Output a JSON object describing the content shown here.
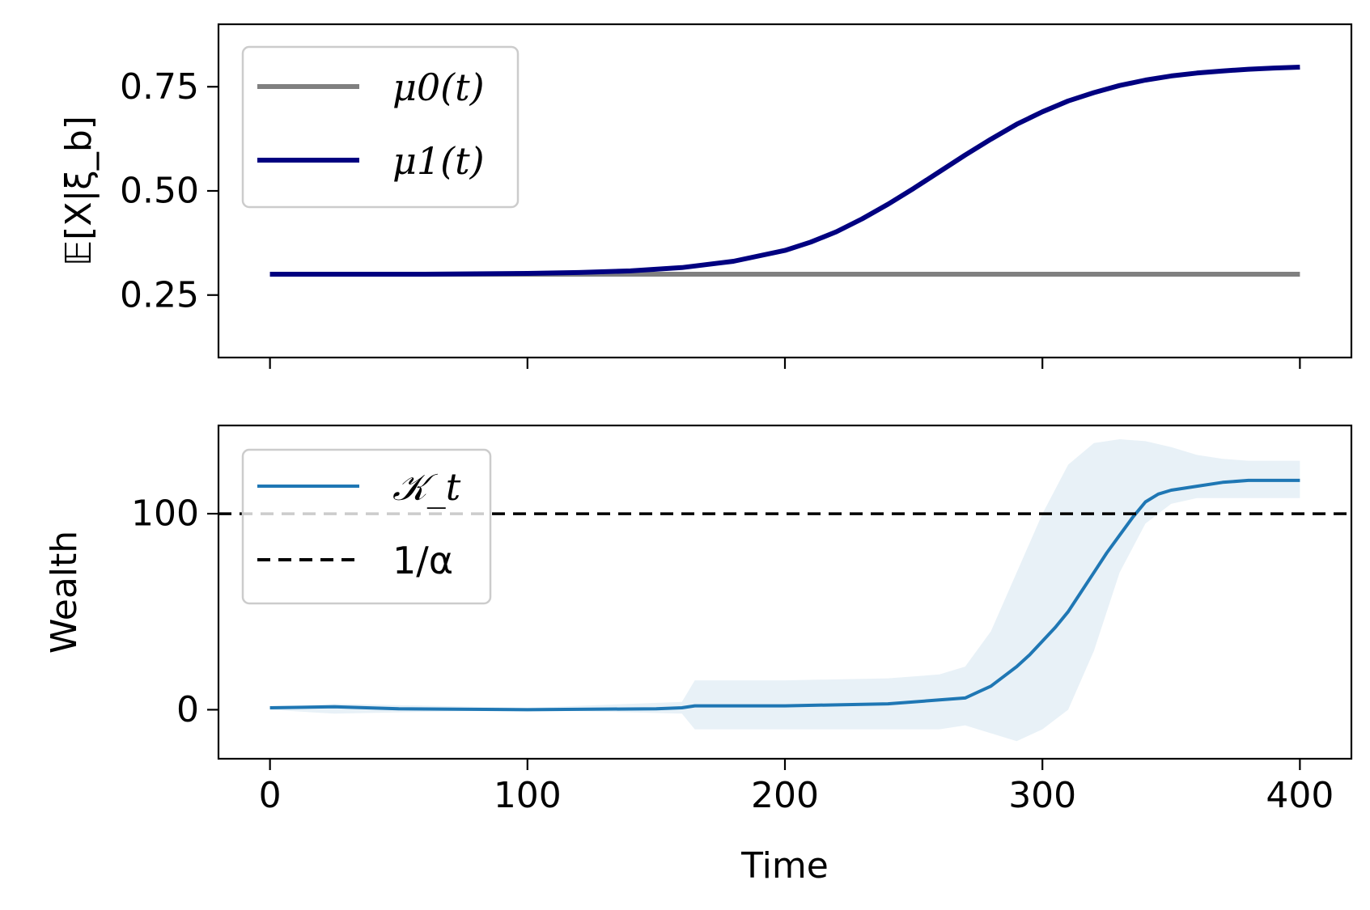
{
  "chart_data": [
    {
      "type": "line",
      "ylabel": "𝔼[X|ξ_b]",
      "xlim": [
        -20,
        420
      ],
      "ylim": [
        0.1,
        0.9
      ],
      "xticks": [
        0,
        100,
        200,
        300,
        400
      ],
      "yticks": [
        0.25,
        0.5,
        0.75
      ],
      "ytick_labels": [
        "0.25",
        "0.50",
        "0.75"
      ],
      "legend_position": "upper-left",
      "series": [
        {
          "name": "μ0(t)",
          "color": "#808080",
          "x": [
            0,
            400
          ],
          "y": [
            0.3,
            0.3
          ]
        },
        {
          "name": "μ1(t)",
          "color": "#000080",
          "x": [
            0,
            20,
            40,
            60,
            80,
            100,
            120,
            140,
            160,
            180,
            200,
            210,
            220,
            230,
            240,
            250,
            260,
            270,
            280,
            290,
            300,
            310,
            320,
            330,
            340,
            350,
            360,
            370,
            380,
            390,
            400
          ],
          "y": [
            0.3,
            0.3,
            0.3,
            0.3,
            0.301,
            0.302,
            0.304,
            0.308,
            0.316,
            0.331,
            0.357,
            0.377,
            0.402,
            0.433,
            0.468,
            0.506,
            0.546,
            0.586,
            0.624,
            0.66,
            0.69,
            0.716,
            0.736,
            0.753,
            0.766,
            0.776,
            0.783,
            0.788,
            0.792,
            0.795,
            0.797
          ]
        }
      ]
    },
    {
      "type": "line",
      "xlabel": "Time",
      "ylabel": "Wealth",
      "xlim": [
        -20,
        420
      ],
      "ylim": [
        -25,
        145
      ],
      "xticks": [
        0,
        100,
        200,
        300,
        400
      ],
      "xtick_labels": [
        "0",
        "100",
        "200",
        "300",
        "400"
      ],
      "yticks": [
        0,
        100
      ],
      "ytick_labels": [
        "0",
        "100"
      ],
      "legend_position": "upper-left",
      "series": [
        {
          "name": "𝒦_t",
          "color": "#1f77b4",
          "x": [
            0,
            25,
            50,
            100,
            150,
            160,
            165,
            200,
            240,
            260,
            270,
            275,
            280,
            285,
            290,
            295,
            300,
            305,
            310,
            315,
            320,
            325,
            330,
            335,
            340,
            345,
            350,
            360,
            370,
            380,
            400
          ],
          "y": [
            1,
            1.5,
            0.5,
            0,
            0.5,
            1,
            2,
            2,
            3,
            5,
            6,
            9,
            12,
            17,
            22,
            28,
            35,
            42,
            50,
            60,
            70,
            80,
            89,
            98,
            106,
            110,
            112,
            114,
            116,
            117,
            117
          ]
        },
        {
          "name": "1/α",
          "color": "#000000",
          "style": "dashed",
          "x": [
            -20,
            420
          ],
          "y": [
            100,
            100
          ]
        }
      ],
      "band": {
        "color": "#1f77b4",
        "opacity": 0.1,
        "x": [
          0,
          25,
          100,
          160,
          165,
          200,
          240,
          260,
          270,
          280,
          290,
          300,
          310,
          320,
          330,
          340,
          350,
          360,
          370,
          380,
          400
        ],
        "upper": [
          1,
          3,
          1,
          4,
          15,
          15,
          16,
          18,
          22,
          40,
          70,
          100,
          125,
          136,
          138,
          137,
          134,
          130,
          128,
          127,
          127
        ],
        "lower": [
          0,
          -2,
          0,
          -2,
          -10,
          -10,
          -10,
          -10,
          -8,
          -12,
          -16,
          -10,
          0,
          30,
          70,
          95,
          105,
          108,
          108,
          108,
          108
        ]
      }
    }
  ]
}
